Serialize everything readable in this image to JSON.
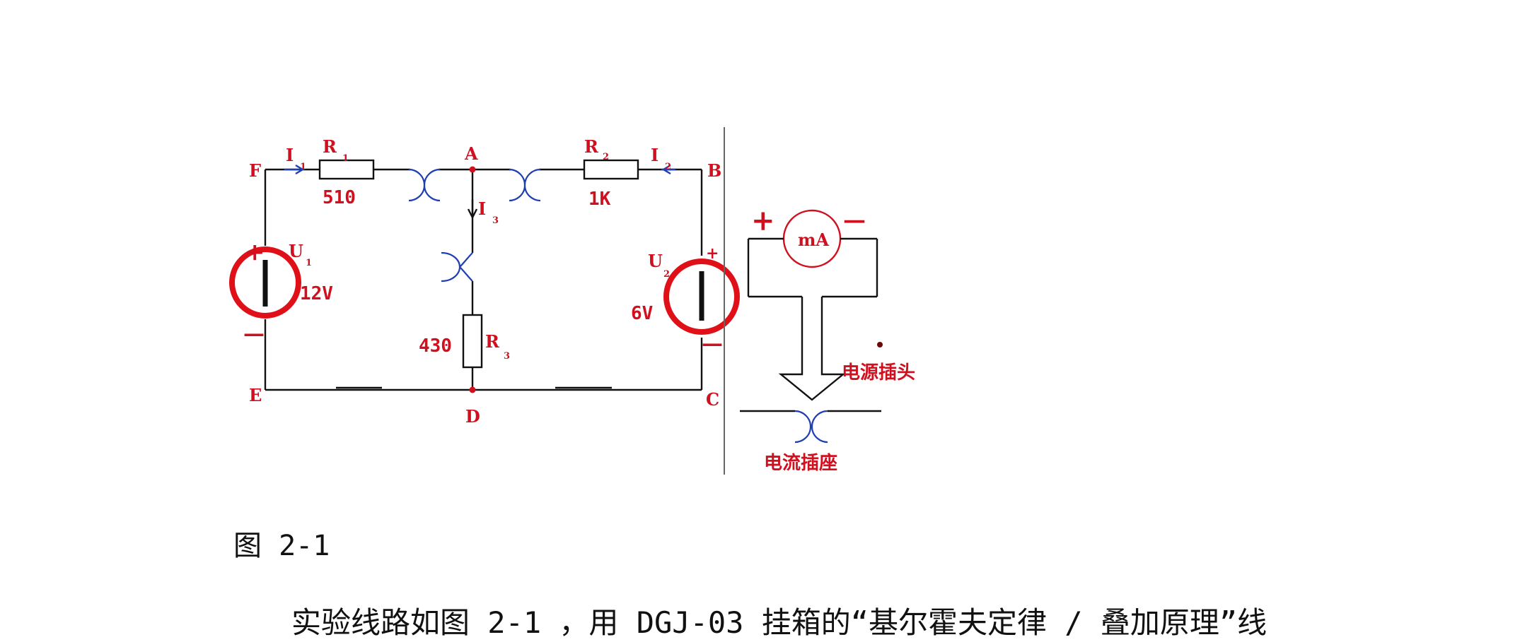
{
  "nodes": {
    "A": "A",
    "B": "B",
    "C": "C",
    "D": "D",
    "E": "E",
    "F": "F"
  },
  "resistors": {
    "r1": {
      "name": "R",
      "sub": "1",
      "value": "510"
    },
    "r2": {
      "name": "R",
      "sub": "2",
      "value": "1K"
    },
    "r3": {
      "name": "R",
      "sub": "3",
      "value": "430"
    }
  },
  "currents": {
    "i1": {
      "name": "I",
      "sub": "1"
    },
    "i2": {
      "name": "I",
      "sub": "2"
    },
    "i3": {
      "name": "I",
      "sub": "3"
    }
  },
  "sources": {
    "u1": {
      "name": "U",
      "sub": "1",
      "value": "12V"
    },
    "u2": {
      "name": "U",
      "sub": "2",
      "value": "6V"
    }
  },
  "polarity": {
    "plus": "+",
    "minus": "—"
  },
  "meter": {
    "label": "mA",
    "plus": "+",
    "minus": "—"
  },
  "legend": {
    "plug": "电源插头",
    "socket": "电流插座"
  },
  "colors": {
    "label": "#d0101e",
    "wire": "#111111",
    "socket": "#1f3fb0",
    "source": "#e01018"
  },
  "caption": "图 2-1",
  "body_text": "实验线路如图 2-1 ，用 DGJ-03 挂箱的“基尔霍夫定律 / 叠加原理”线"
}
